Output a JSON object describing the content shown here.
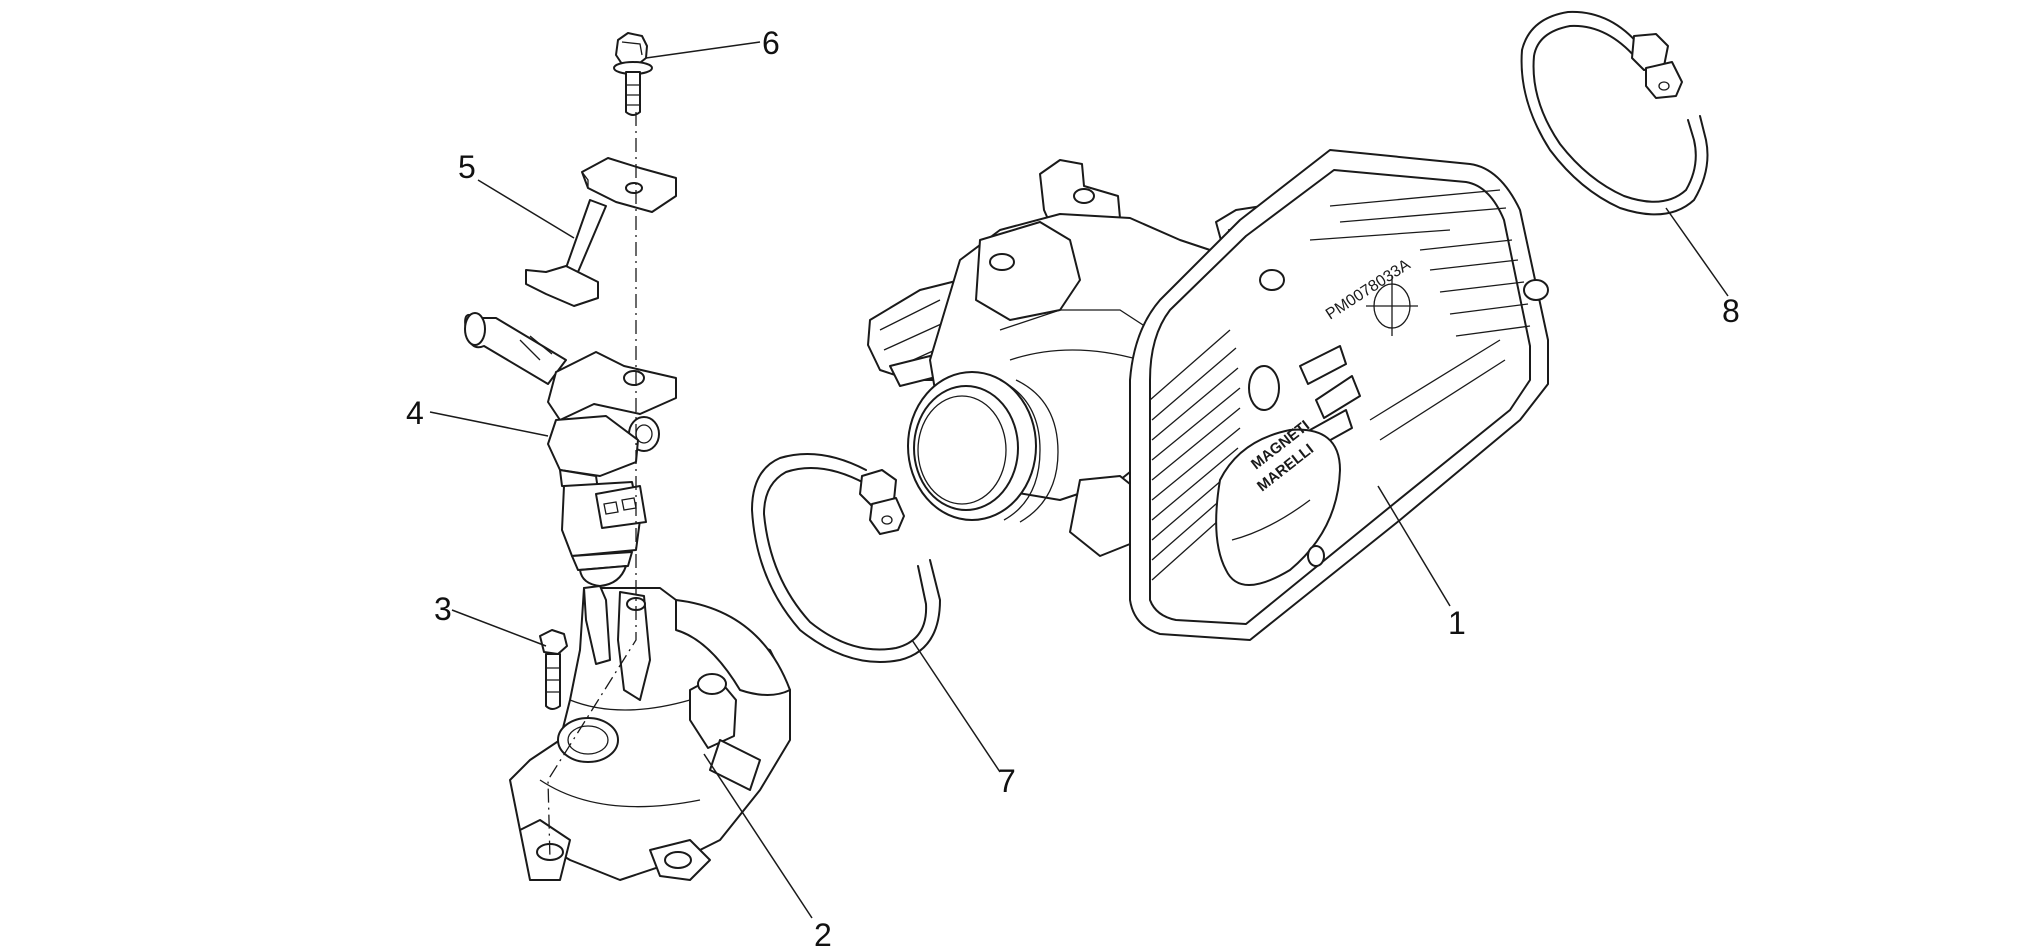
{
  "labels": {
    "part1": "1",
    "part2": "2",
    "part3": "3",
    "part4": "4",
    "part5": "5",
    "part6": "6",
    "part7": "7",
    "part8": "8"
  },
  "markings": {
    "brand_line1": "MAGNETI",
    "brand_line2": "MARELLI",
    "part_code": "PM0078033A"
  }
}
